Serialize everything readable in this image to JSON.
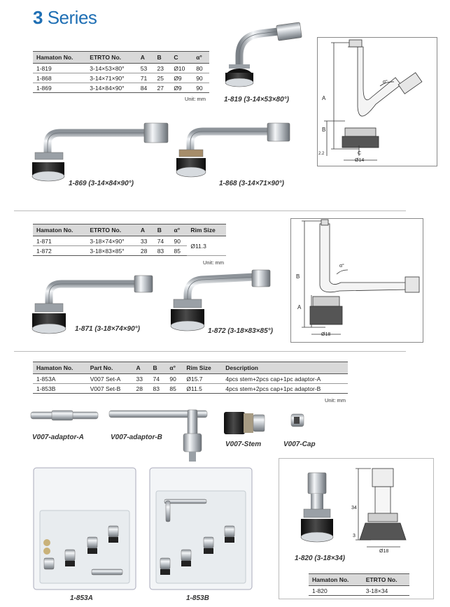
{
  "header": {
    "series_number": "3",
    "series_word": "Series"
  },
  "section1": {
    "columns": [
      "Hamaton No.",
      "ETRTO No.",
      "A",
      "B",
      "C",
      "α°"
    ],
    "rows": [
      [
        "1-819",
        "3-14×53×80°",
        "53",
        "23",
        "Ø10",
        "80"
      ],
      [
        "1-868",
        "3-14×71×90°",
        "71",
        "25",
        "Ø9",
        "90"
      ],
      [
        "1-869",
        "3-14×84×90°",
        "84",
        "27",
        "Ø9",
        "90"
      ]
    ],
    "unit": "Unit: mm",
    "captions": {
      "c819": "1-819 (3-14×53×80°)",
      "c869": "1-869 (3-14×84×90°)",
      "c868": "1-868 (3-14×71×90°)"
    },
    "drawing": {
      "a": "A",
      "b": "B",
      "c": "C",
      "alpha": "α°",
      "dim1": "2.2",
      "dim2": "Ø14"
    }
  },
  "section2": {
    "columns": [
      "Hamaton No.",
      "ETRTO No.",
      "A",
      "B",
      "α°",
      "Rim Size"
    ],
    "rows": [
      [
        "1-871",
        "3-18×74×90°",
        "33",
        "74",
        "90"
      ],
      [
        "1-872",
        "3-18×83×85°",
        "28",
        "83",
        "85"
      ]
    ],
    "rim_size": "Ø11.3",
    "unit": "Unit: mm",
    "captions": {
      "c871": "1-871 (3-18×74×90°)",
      "c872": "1-872 (3-18×83×85°)"
    },
    "drawing": {
      "a": "A",
      "b": "B",
      "alpha": "α°",
      "dim": "Ø18"
    }
  },
  "section3": {
    "columns": [
      "Hamaton No.",
      "Part No.",
      "A",
      "B",
      "α°",
      "Rim Size",
      "Description"
    ],
    "rows": [
      [
        "1-853A",
        "V007 Set-A",
        "33",
        "74",
        "90",
        "Ø15.7",
        "4pcs stem+2pcs cap+1pc adaptor-A"
      ],
      [
        "1-853B",
        "V007 Set-B",
        "28",
        "83",
        "85",
        "Ø11.5",
        "4pcs stem+2pcs cap+1pc adaptor-B"
      ]
    ],
    "unit": "Unit: mm",
    "captions": {
      "adA": "V007-adaptor-A",
      "adB": "V007-adaptor-B",
      "stem": "V007-Stem",
      "cap": "V007-Cap"
    }
  },
  "section4": {
    "captions": {
      "k853a": "1-853A",
      "k853b": "1-853B",
      "c820": "1-820 (3-18×34)"
    },
    "drawing": {
      "dim34": "34",
      "dim3": "3",
      "dim18": "Ø18"
    },
    "table": {
      "columns": [
        "Hamaton No.",
        "ETRTO No."
      ],
      "row": [
        "1-820",
        "3-18×34"
      ]
    }
  },
  "colors": {
    "title_blue": "#1f6fb4",
    "header_gray": "#d9d9d9",
    "chrome": "#c9cdd2",
    "rubber": "#1b1b1b"
  }
}
